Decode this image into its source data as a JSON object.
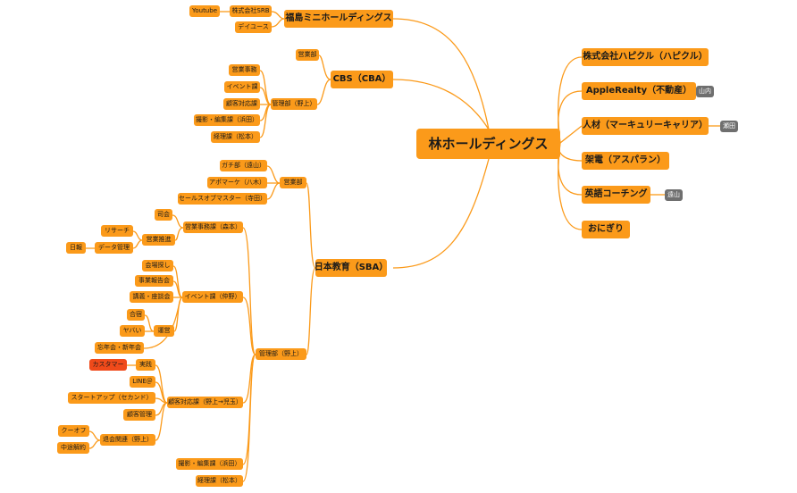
{
  "root": "林ホールディングス",
  "right": {
    "hapikuru": "株式会社ハピクル（ハピクル）",
    "apple": "AppleRealty（不動産）",
    "apple_tag": "山内",
    "jinzai": "人材（マーキュリーキャリア）",
    "jinzai_tag": "瀬田",
    "kaden": "架電（アスパラン）",
    "eigo": "英語コーチング",
    "eigo_tag": "遠山",
    "onigiri": "おにぎり"
  },
  "fukushima": {
    "label": "福島ミニホールディングス",
    "srb": "株式会社SRB",
    "youtube": "Youtube",
    "deiyusu": "デイユース"
  },
  "cbs": {
    "label": "CBS（CBA）",
    "eigyo": "営業部",
    "kanri": "管理部（野上）",
    "eigyo_jimu": "営業事務",
    "event": "イベント課",
    "kokyaku": "顧客対応課",
    "satsuei": "撮影・編集課（浜田）",
    "keiri": "経理課（松本）"
  },
  "sba": {
    "label": "日本教育（SBA）",
    "eigyo": "営業部",
    "gachi": "ガチ部（遠山）",
    "apo": "アポマーケ（八木）",
    "sales": "セールスオブマスター（寺田）",
    "kanri": "管理部（野上）",
    "jimu": "営業事務課（森本）",
    "shikai": "司会",
    "suishin": "営業推進",
    "research": "リサーチ",
    "data": "データ管理",
    "nippo": "日報",
    "event": "イベント課（仲野）",
    "kaijo": "会場探し",
    "jigyo": "事業報告会",
    "koshu": "講義・座談会",
    "unei": "運営",
    "gashuku": "合宿",
    "yabai": "ヤバい",
    "bonen": "忘年会・新年会",
    "kokyaku": "顧客対応課（野上→児玉）",
    "jissen": "実践",
    "customer": "カスタマー",
    "line": "LINE＠",
    "startup": "スタートアップ（セカンド）",
    "kokyaku_kanri": "顧客管理",
    "taikai": "退会関連（野上）",
    "cooling": "クーオフ",
    "chuto": "中途解約",
    "satsuei": "撮影・編集課（浜田）",
    "keiri": "経理課（松本）"
  },
  "colors": {
    "node": "#fb9a1a",
    "line": "#fb9a1a",
    "tag": "#6f6f6f",
    "alert": "#f04a1a"
  }
}
